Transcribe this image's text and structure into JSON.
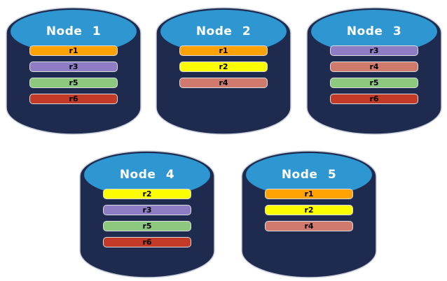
{
  "diagram": {
    "type": "database-replication-diagram",
    "background": "#FFFFFF",
    "colors": {
      "cylinder_body": "#1E2B4F",
      "cylinder_top": "#2E96D1",
      "cylinder_outline": "#C9CFDA",
      "bar_border": "#DCDCDC",
      "label_text": "#FFFFFF",
      "bar_text": "#000000"
    },
    "replica_colors": {
      "r1": "#FFA305",
      "r2": "#FDFD02",
      "r3": "#8E7DC5",
      "r4": "#D07A6E",
      "r5": "#8DC87F",
      "r6": "#C33B28"
    },
    "nodes": [
      {
        "label": "Node 1",
        "replicas": [
          "r1",
          "r3",
          "r5",
          "r6"
        ]
      },
      {
        "label": "Node 2",
        "replicas": [
          "r1",
          "r2",
          "r4"
        ]
      },
      {
        "label": "Node 3",
        "replicas": [
          "r3",
          "r4",
          "r5",
          "r6"
        ]
      },
      {
        "label": "Node 4",
        "replicas": [
          "r2",
          "r3",
          "r5",
          "r6"
        ]
      },
      {
        "label": "Node 5",
        "replicas": [
          "r1",
          "r2",
          "r4"
        ]
      }
    ]
  }
}
